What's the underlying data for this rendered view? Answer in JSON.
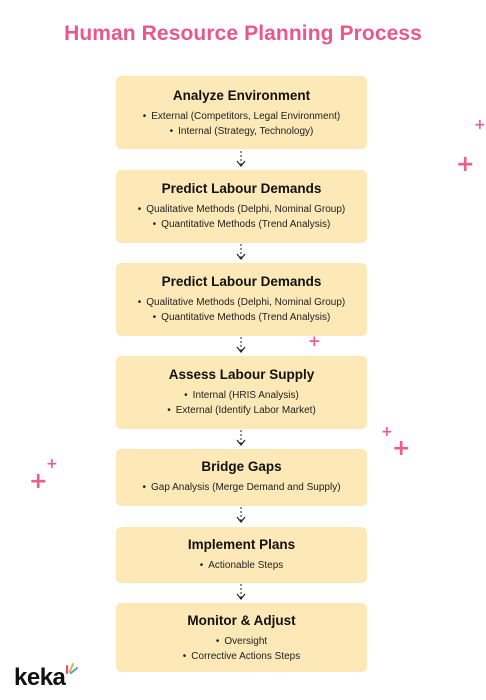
{
  "title": "Human Resource Planning Process",
  "steps": [
    {
      "title": "Analyze Environment",
      "bullets": [
        "External (Competitors, Legal Environment)",
        "Internal (Strategy, Technology)"
      ]
    },
    {
      "title": "Predict Labour Demands",
      "bullets": [
        "Qualitative Methods (Delphi, Nominal Group)",
        "Quantitative Methods (Trend Analysis)"
      ]
    },
    {
      "title": "Predict Labour Demands",
      "bullets": [
        "Qualitative Methods (Delphi, Nominal Group)",
        "Quantitative Methods (Trend Analysis)"
      ]
    },
    {
      "title": "Assess Labour Supply",
      "bullets": [
        "Internal (HRIS Analysis)",
        "External (Identify Labor Market)"
      ]
    },
    {
      "title": "Bridge Gaps",
      "bullets": [
        "Gap Analysis (Merge Demand and Supply)"
      ]
    },
    {
      "title": "Implement Plans",
      "bullets": [
        "Actionable Steps"
      ]
    },
    {
      "title": "Monitor & Adjust",
      "bullets": [
        "Oversight",
        "Corrective Actions Steps"
      ]
    }
  ],
  "logo": "keka",
  "colors": {
    "title": "#e8588a",
    "box": "#fde8b7",
    "sparkle": "#ec5d8a"
  }
}
